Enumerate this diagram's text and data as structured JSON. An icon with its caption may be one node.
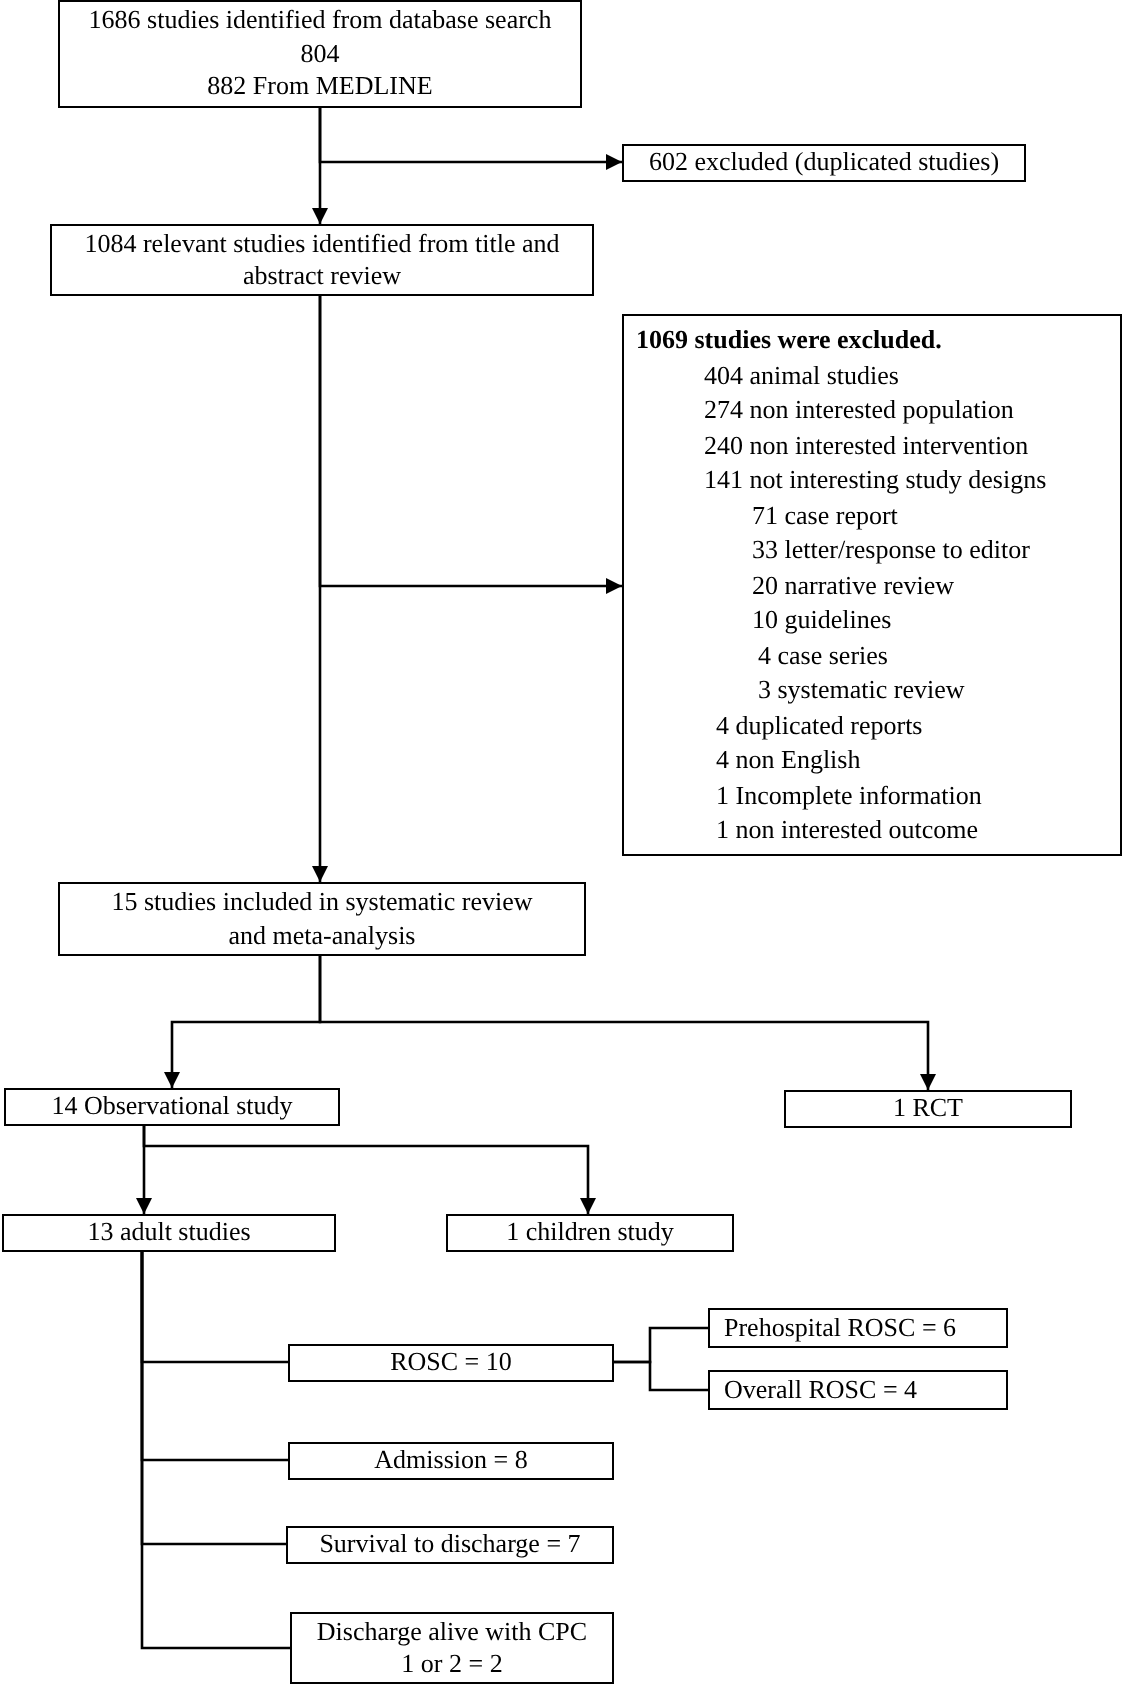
{
  "diagram": {
    "nodes": [
      {
        "text": [
          "1686 studies identified from database search",
          "804",
          "882 From MEDLINE"
        ]
      },
      {
        "text": [
          "602 excluded (duplicated studies)"
        ]
      },
      {
        "text": [
          "1084 relevant studies identified from title and abstract review"
        ]
      },
      {
        "text": [
          "1069 studies were excluded.",
          "404 animal studies",
          "274 non interested population",
          "240 non interested intervention",
          "141 not interesting study designs",
          "71 case report",
          "33 letter/response to editor",
          "20 narrative review",
          "10 guidelines",
          "4 case series",
          "3 systematic review",
          "4 duplicated reports",
          "4 non English",
          "1 Incomplete information",
          "1 non interested outcome"
        ]
      },
      {
        "text": [
          "15 studies included in systematic review and meta-analysis"
        ]
      },
      {
        "text": [
          "14 Observational study"
        ]
      },
      {
        "text": [
          "1 RCT"
        ]
      },
      {
        "text": [
          "13 adult studies"
        ]
      },
      {
        "text": [
          "1 children study"
        ]
      },
      {
        "text": [
          "ROSC = 10"
        ]
      },
      {
        "text": [
          "Prehospital ROSC = 6"
        ]
      },
      {
        "text": [
          "Overall ROSC = 4"
        ]
      },
      {
        "text": [
          "Admission = 8"
        ]
      },
      {
        "text": [
          "Survival to discharge = 7"
        ]
      },
      {
        "text": [
          "Discharge alive with CPC 1 or 2 = 2"
        ]
      }
    ],
    "edges": [
      {
        "from": 0,
        "to": 1,
        "arrow": "to"
      },
      {
        "from": 0,
        "to": 2,
        "arrow": "to"
      },
      {
        "from": 2,
        "to": 3,
        "arrow": "to"
      },
      {
        "from": 2,
        "to": 4,
        "arrow": "to"
      },
      {
        "from": 4,
        "to": 5,
        "arrow": "to"
      },
      {
        "from": 4,
        "to": 6,
        "arrow": "to"
      },
      {
        "from": 5,
        "to": 7,
        "arrow": "to"
      },
      {
        "from": 5,
        "to": 8,
        "arrow": "to"
      },
      {
        "from": 7,
        "to": 9,
        "arrow": "none"
      },
      {
        "from": 7,
        "to": 12,
        "arrow": "none"
      },
      {
        "from": 7,
        "to": 13,
        "arrow": "none"
      },
      {
        "from": 7,
        "to": 14,
        "arrow": "none"
      },
      {
        "from": 9,
        "to": 10,
        "arrow": "none"
      },
      {
        "from": 9,
        "to": 11,
        "arrow": "none"
      }
    ]
  }
}
